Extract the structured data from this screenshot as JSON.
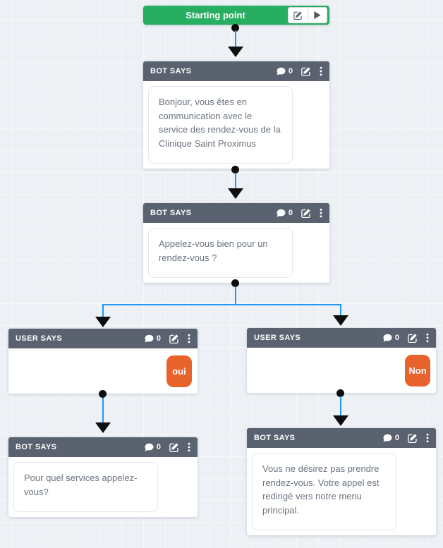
{
  "colors": {
    "start_green": "#27ae60",
    "node_header_slate": "#5a6270",
    "answer_orange": "#e8622c",
    "connector_blue": "#2196f3",
    "message_text_gray": "#6b7480",
    "canvas_background": "#edf1f5"
  },
  "start": {
    "label": "Starting point",
    "buttons": [
      {
        "icon": "pencil-square"
      },
      {
        "icon": "play"
      }
    ]
  },
  "nodes": [
    {
      "type": "BOT SAYS",
      "comments": "0",
      "message": "Bonjour, vous êtes en communication avec le service des rendez-vous de la Clinique Saint Proximus"
    },
    {
      "type": "BOT SAYS",
      "comments": "0",
      "message": "Appelez-vous bien pour un rendez-vous ?"
    },
    {
      "type": "USER SAYS",
      "comments": "0",
      "answer": "oui"
    },
    {
      "type": "USER SAYS",
      "comments": "0",
      "answer": "Non"
    },
    {
      "type": "BOT SAYS",
      "comments": "0",
      "message": "Pour quel services appelez-vous?"
    },
    {
      "type": "BOT SAYS",
      "comments": "0",
      "message": "Vous ne désirez pas prendre rendez-vous. Votre appel est redirigé vers notre menu principal."
    }
  ],
  "icons": {
    "comment": "speech-bubble",
    "edit": "pencil-square",
    "more": "vertical-ellipsis",
    "play": "play-triangle"
  }
}
